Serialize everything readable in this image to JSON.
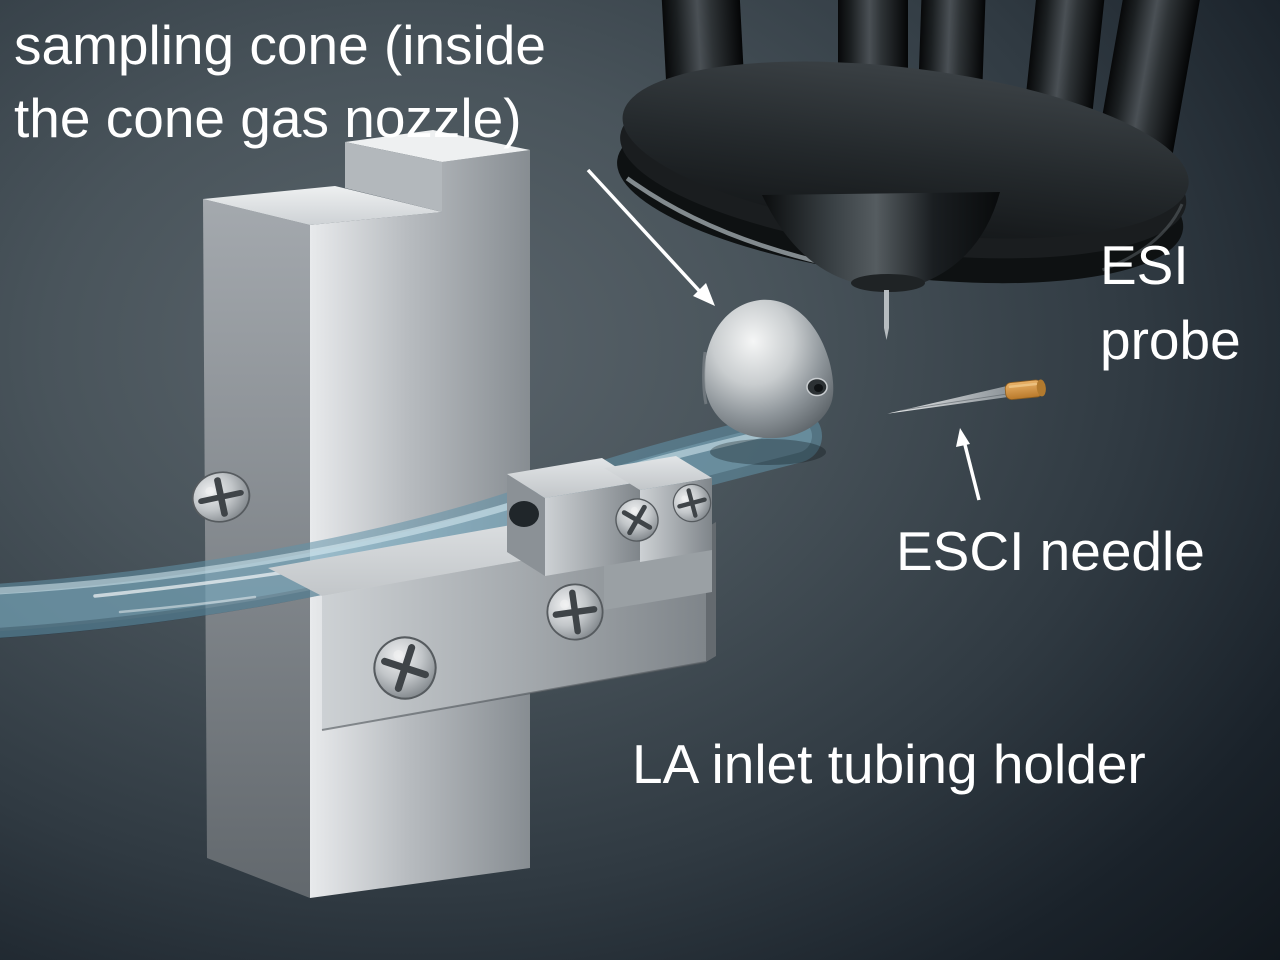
{
  "figure": {
    "labels": {
      "sampling_cone": {
        "line1": "sampling cone (inside",
        "line2": "the cone gas nozzle)"
      },
      "esi_probe": {
        "line1": "ESI",
        "line2": "probe"
      },
      "esci_needle": {
        "text": "ESCI needle"
      },
      "la_inlet": {
        "text": "LA inlet tubing holder"
      }
    },
    "colors": {
      "label_text": "#ffffff",
      "background_light": "#5a646b",
      "background_dark": "#10161c",
      "metal_bright": "#e8eaec",
      "metal_mid": "#9aa0a5",
      "probe_dark": "#1b1f21",
      "tube_blue": "#6e98ab",
      "needle_tip_orange": "#c98a3c"
    }
  }
}
